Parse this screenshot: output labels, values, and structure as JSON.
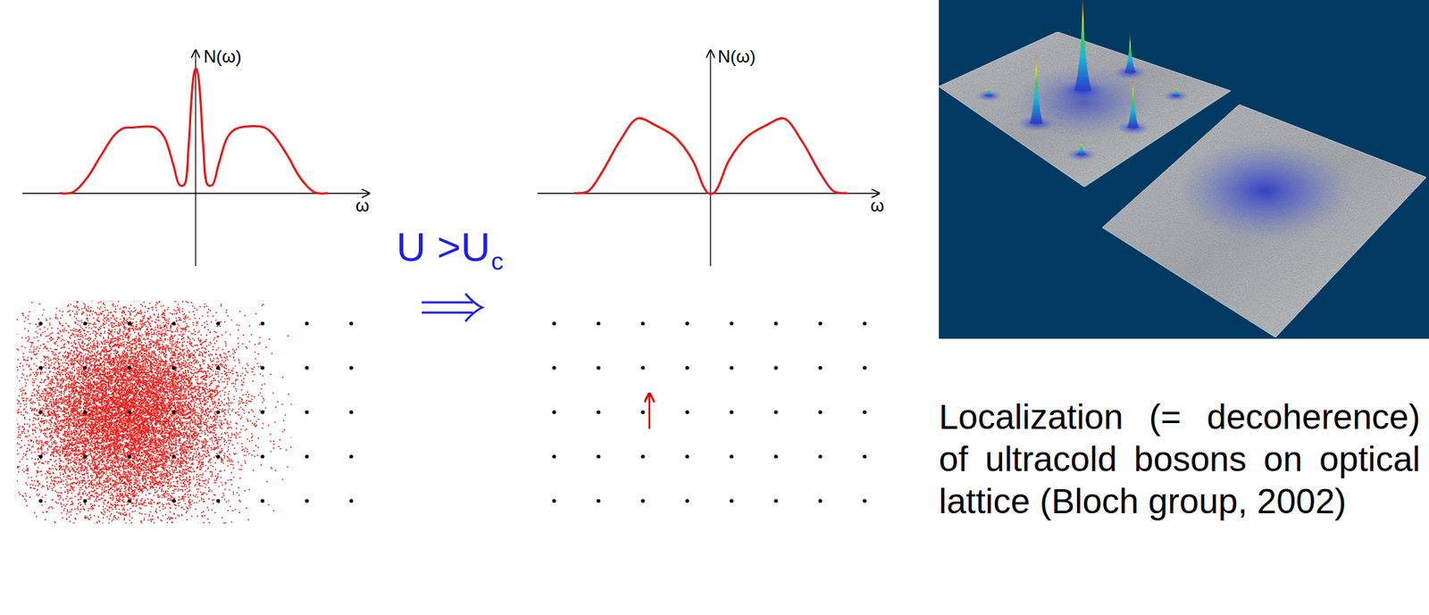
{
  "diagram": {
    "caption": "Localization (= decoherence) of ultracold bosons on optical lattice (Bloch group, 2002)",
    "labels": [
      "N(ω)",
      "ω",
      "N(ω)",
      "ω",
      "U >U",
      "c"
    ]
  }
}
